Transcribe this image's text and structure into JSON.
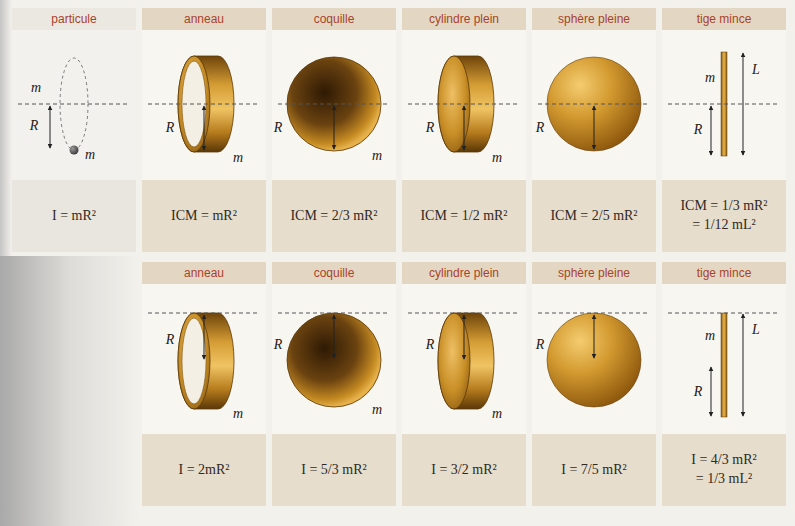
{
  "diagram": {
    "nodes": [
      {
        "text": [
          "particule",
          "I = mR²"
        ]
      },
      {
        "text": [
          "anneau",
          "ICM = mR²"
        ]
      },
      {
        "text": [
          "coquille",
          "ICM = 2/3 mR²"
        ]
      },
      {
        "text": [
          "cylindre plein",
          "ICM = 1/2 mR²"
        ]
      },
      {
        "text": [
          "sphère pleine",
          "ICM = 2/5 mR²"
        ]
      },
      {
        "text": [
          "tige mince",
          "ICM = 1/3 mR² = 1/12 mL²"
        ]
      },
      {
        "text": [
          "anneau",
          "I = 2mR²"
        ]
      },
      {
        "text": [
          "coquille",
          "I = 5/3 mR²"
        ]
      },
      {
        "text": [
          "cylindre plein",
          "I = 3/2 mR²"
        ]
      },
      {
        "text": [
          "sphère pleine",
          "I = 7/5 mR²"
        ]
      },
      {
        "text": [
          "tige mince",
          "I = 4/3 mR² = 1/3 mL²"
        ]
      }
    ],
    "labels": [
      "m",
      "R",
      "m",
      "R",
      "m",
      "R",
      "m",
      "R",
      "m",
      "R",
      "m",
      "L",
      "R",
      "R",
      "m",
      "R",
      "m",
      "R",
      "m",
      "R",
      "m",
      "L",
      "R"
    ]
  }
}
